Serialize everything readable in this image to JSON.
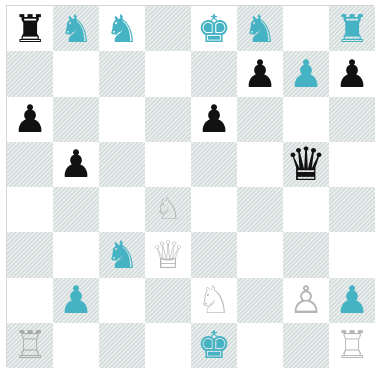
{
  "board": {
    "orientation": "white-at-bottom",
    "colors": {
      "light_square": "#ffffff",
      "dark_square": "#e9eeed",
      "cyan_piece": "#46b3c5",
      "black_piece": "#111111"
    },
    "rows": [
      [
        {
          "glyph": "♜",
          "piece": "black-rook-icon",
          "style": "black"
        },
        {
          "glyph": "♞",
          "piece": "black-knight-icon",
          "style": "cyan"
        },
        {
          "glyph": "♞",
          "piece": "black-knight-icon",
          "style": "cyan"
        },
        null,
        {
          "glyph": "♚",
          "piece": "black-king-icon",
          "style": "cyan"
        },
        {
          "glyph": "♞",
          "piece": "black-knight-icon",
          "style": "cyan"
        },
        null,
        {
          "glyph": "♜",
          "piece": "black-rook-icon",
          "style": "cyan"
        }
      ],
      [
        null,
        null,
        null,
        null,
        null,
        {
          "glyph": "♟",
          "piece": "black-pawn-icon",
          "style": "black"
        },
        {
          "glyph": "♟",
          "piece": "black-pawn-icon",
          "style": "cyan"
        },
        {
          "glyph": "♟",
          "piece": "black-pawn-icon",
          "style": "black"
        }
      ],
      [
        {
          "glyph": "♟",
          "piece": "black-pawn-icon",
          "style": "black"
        },
        null,
        null,
        null,
        {
          "glyph": "♟",
          "piece": "black-pawn-icon",
          "style": "black"
        },
        null,
        null,
        null
      ],
      [
        null,
        {
          "glyph": "♟",
          "piece": "black-pawn-icon",
          "style": "black"
        },
        null,
        null,
        null,
        null,
        {
          "glyph": "♛",
          "piece": "black-queen-icon",
          "style": "black large"
        },
        null
      ],
      [
        null,
        null,
        null,
        {
          "glyph": "♘",
          "piece": "white-knight-icon",
          "style": "faint small"
        },
        null,
        null,
        null,
        null
      ],
      [
        null,
        null,
        {
          "glyph": "♞",
          "piece": "white-knight-icon",
          "style": "cyan"
        },
        {
          "glyph": "♕",
          "piece": "white-queen-icon",
          "style": "faint"
        },
        null,
        null,
        null,
        null
      ],
      [
        null,
        {
          "glyph": "♟",
          "piece": "white-pawn-icon",
          "style": "cyan"
        },
        null,
        null,
        {
          "glyph": "♘",
          "piece": "white-knight-icon",
          "style": "faint"
        },
        null,
        {
          "glyph": "♙",
          "piece": "white-pawn-icon",
          "style": "faint"
        },
        {
          "glyph": "♟",
          "piece": "white-pawn-icon",
          "style": "cyan"
        }
      ],
      [
        {
          "glyph": "♖",
          "piece": "white-rook-icon",
          "style": "faint"
        },
        null,
        null,
        null,
        {
          "glyph": "♚",
          "piece": "white-king-icon",
          "style": "cyan"
        },
        null,
        null,
        {
          "glyph": "♖",
          "piece": "white-rook-icon",
          "style": "faint"
        }
      ]
    ]
  }
}
